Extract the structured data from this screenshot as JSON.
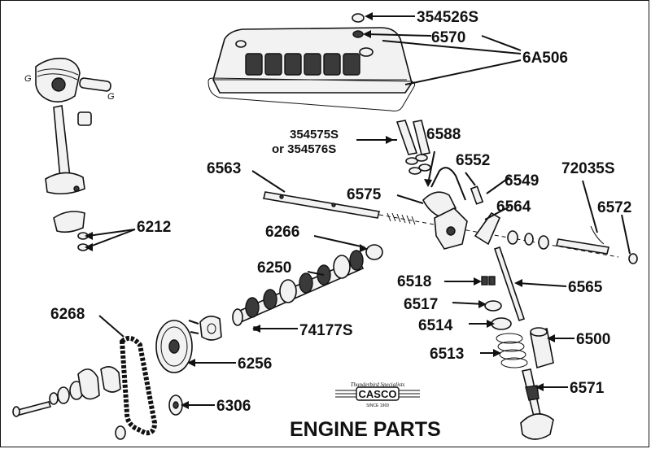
{
  "title": "ENGINE PARTS",
  "logo": {
    "tagline": "Thunderbird Specialists",
    "name": "CASCO",
    "since": "SINCE 1969"
  },
  "piston_marks": [
    "G",
    "G"
  ],
  "labels": {
    "p354526S": "354526S",
    "p6570": "6570",
    "p6A506": "6A506",
    "p354575S": "354575S",
    "p354576S": "or 354576S",
    "p6588": "6588",
    "p6552": "6552",
    "p72035S": "72035S",
    "p6563": "6563",
    "p6549": "6549",
    "p6575": "6575",
    "p6564": "6564",
    "p6572": "6572",
    "p6212": "6212",
    "p6266": "6266",
    "p6250": "6250",
    "p6518": "6518",
    "p6565": "6565",
    "p6517": "6517",
    "p6268": "6268",
    "p74177S": "74177S",
    "p6514": "6514",
    "p6500": "6500",
    "p6513": "6513",
    "p6256": "6256",
    "p6571": "6571",
    "p6306": "6306"
  }
}
